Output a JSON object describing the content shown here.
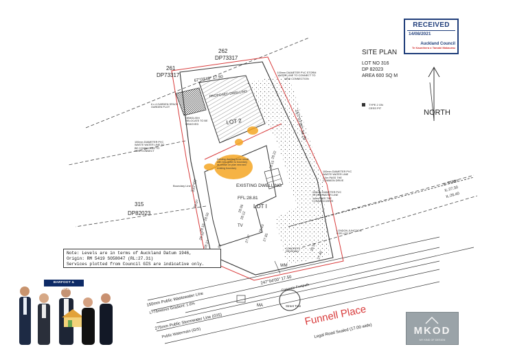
{
  "stamp": {
    "title": "RECEIVED",
    "date": "14/08/2021",
    "council": "Auckland Council",
    "council_sub": "Te Kaunihera o Tamaki Makaurau"
  },
  "site_plan": {
    "title": "SITE PLAN",
    "lot": "LOT NO 316",
    "dp": "DP  82023",
    "area": "AREA  600 SQ M",
    "north": "NORTH",
    "type2": "TYPE 2 ON",
    "type2b": "CESS PIT"
  },
  "neighbours": {
    "n261": "261",
    "n261_dp": "DP73317",
    "n262": "262",
    "n262_dp": "DP73317",
    "n315": "315",
    "n315_dp": "DP82023"
  },
  "plan_labels": {
    "bearing_top": "67°03'40\"  17.50",
    "proposed_dwelling": "PROPOSED DWELLING",
    "lot2": "LOT 2",
    "existing_dwelling": "EXISTING DWELLING",
    "ffl": "FFL:28.81",
    "lot1": "LOT I",
    "boundary_line": "Boundary Line",
    "tv": "TV",
    "wm": "WM",
    "ma": "MA",
    "funnell": "Funnell  Place",
    "legal_road": "Legal Road Sealed (17.00 wide)",
    "concrete_footpath": "Concrete Footpath",
    "street_tree": "Street Tree",
    "wastewater": "150mm  Public  Wastewater  Line",
    "wastewater2": "L=76metres  Gradient: 1.6%",
    "stormwater": "275mm  Public  Stormwater  Line (GIS)",
    "watermain": "Public Watermain (GIS)",
    "bearing_bottom": "247°04'00\"  17.50",
    "ssmh": "to  SSMH",
    "il1": "IL:27.30",
    "il2": "IL:26.40",
    "bearing_left": "337°07'",
    "bearing_right": "157°07'00\"  34.29",
    "note_pvc_storm": "100mm DIAMETER PVC STORM WATER LINE TO CONNECT TO NEW CONNECTION",
    "note_pvc_waste": "100mm DIAMETER PVC WASTE WATER LINE TO BE CONNECTED TO NEW CONNECT",
    "note_pvc_waste2": "100mm DIAMETER PVC WASTE WATER LINE 1.0m PASS THE COMMON DRIVE",
    "note_pvc_storm2": "100mm DIAMETER PVC STORM WATER LINE 1.0m PASS THE COMMON DRIVE",
    "note_junction": "LONDON JUNCTION FOR LOT 2",
    "note_concrete": "CONCRETE DRIVEWAY",
    "note_shed": "6 x 4 GARDEN SPACE GARDEN PLOT",
    "note_remove": "DEMOLISH/ RELOCATE TO BE REMOVED",
    "note_orange": "Existing dwelling to be rebuilt with new gutter to boundary as shown on plan new and existing boundary"
  },
  "levels_note": {
    "line1": "Note: Levels are in terms of Auckland Datum 1946,",
    "line2": "Origin: RM 5419 SO58047 (RL:27.31)",
    "line3": "Services plotted from Council GIS are indicative only."
  },
  "spot_levels": [
    "28.10",
    "28.13",
    "28.08",
    "28.00",
    "27.97",
    "27.85",
    "28.06",
    "28.12",
    "28.22",
    "28.15",
    "28.03",
    "28.50",
    "28.10",
    "27.40",
    "28.15",
    "28.07"
  ],
  "agency": {
    "name": "BARFOOT & THOMPSON"
  },
  "brand": {
    "name": "MKOD",
    "tagline": "MY KIND OF DESIGN"
  },
  "colors": {
    "linework": "#333333",
    "boundary_red": "#d83a3a",
    "highlight_orange": "#f5a623",
    "agency_navy": "#0d2a66",
    "stamp_blue": "#1f3d7a"
  }
}
